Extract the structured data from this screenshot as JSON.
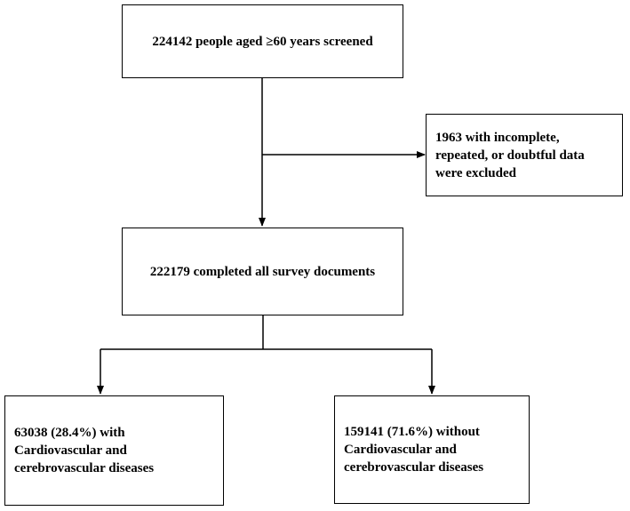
{
  "flowchart": {
    "boxes": {
      "screened": {
        "text": "224142 people aged ≥60 years screened"
      },
      "excluded": {
        "text": "1963 with incomplete, repeated, or doubtful data were excluded"
      },
      "completed": {
        "text": "222179 completed all survey documents"
      },
      "with_disease": {
        "text": "63038 (28.4%) with Cardiovascular and cerebrovascular diseases"
      },
      "without_disease": {
        "text": "159141 (71.6%) without Cardiovascular and cerebrovascular diseases"
      }
    },
    "colors": {
      "line": "#000000",
      "box_border": "#000000",
      "background": "#ffffff"
    }
  }
}
